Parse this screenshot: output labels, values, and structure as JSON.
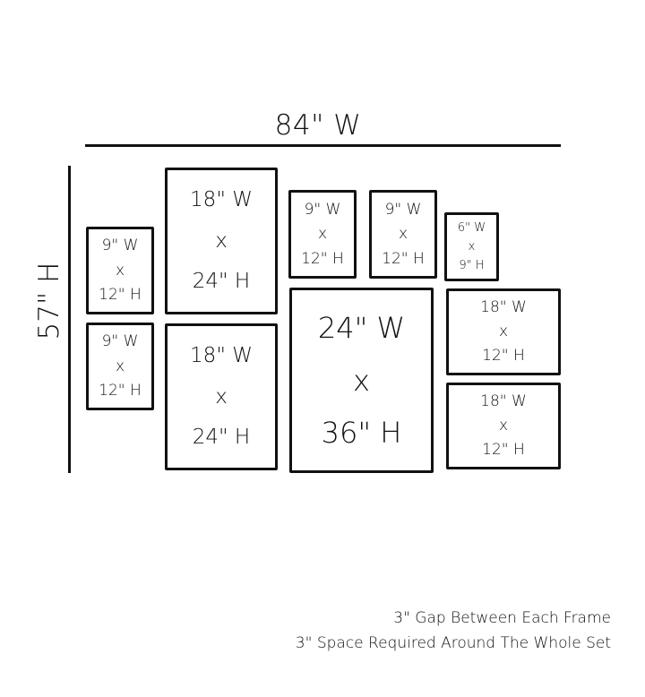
{
  "width_label": "84\" W",
  "height_label": "57\" H",
  "frames": [
    {
      "w": "9\" W",
      "x": "x",
      "h": "12\" H"
    },
    {
      "w": "9\" W",
      "x": "x",
      "h": "12\" H"
    },
    {
      "w": "18\" W",
      "x": "x",
      "h": "24\" H"
    },
    {
      "w": "18\" W",
      "x": "x",
      "h": "24\" H"
    },
    {
      "w": "9\" W",
      "x": "x",
      "h": "12\" H"
    },
    {
      "w": "9\" W",
      "x": "x",
      "h": "12\" H"
    },
    {
      "w": "6\" W",
      "x": "x",
      "h": "9\" H"
    },
    {
      "w": "24\" W",
      "x": "x",
      "h": "36\" H"
    },
    {
      "w": "18\" W",
      "x": "x",
      "h": "12\" H"
    },
    {
      "w": "18\" W",
      "x": "x",
      "h": "12\" H"
    }
  ],
  "notes": [
    "3\" Gap Between Each Frame",
    "3\" Space Required Around The Whole Set"
  ]
}
